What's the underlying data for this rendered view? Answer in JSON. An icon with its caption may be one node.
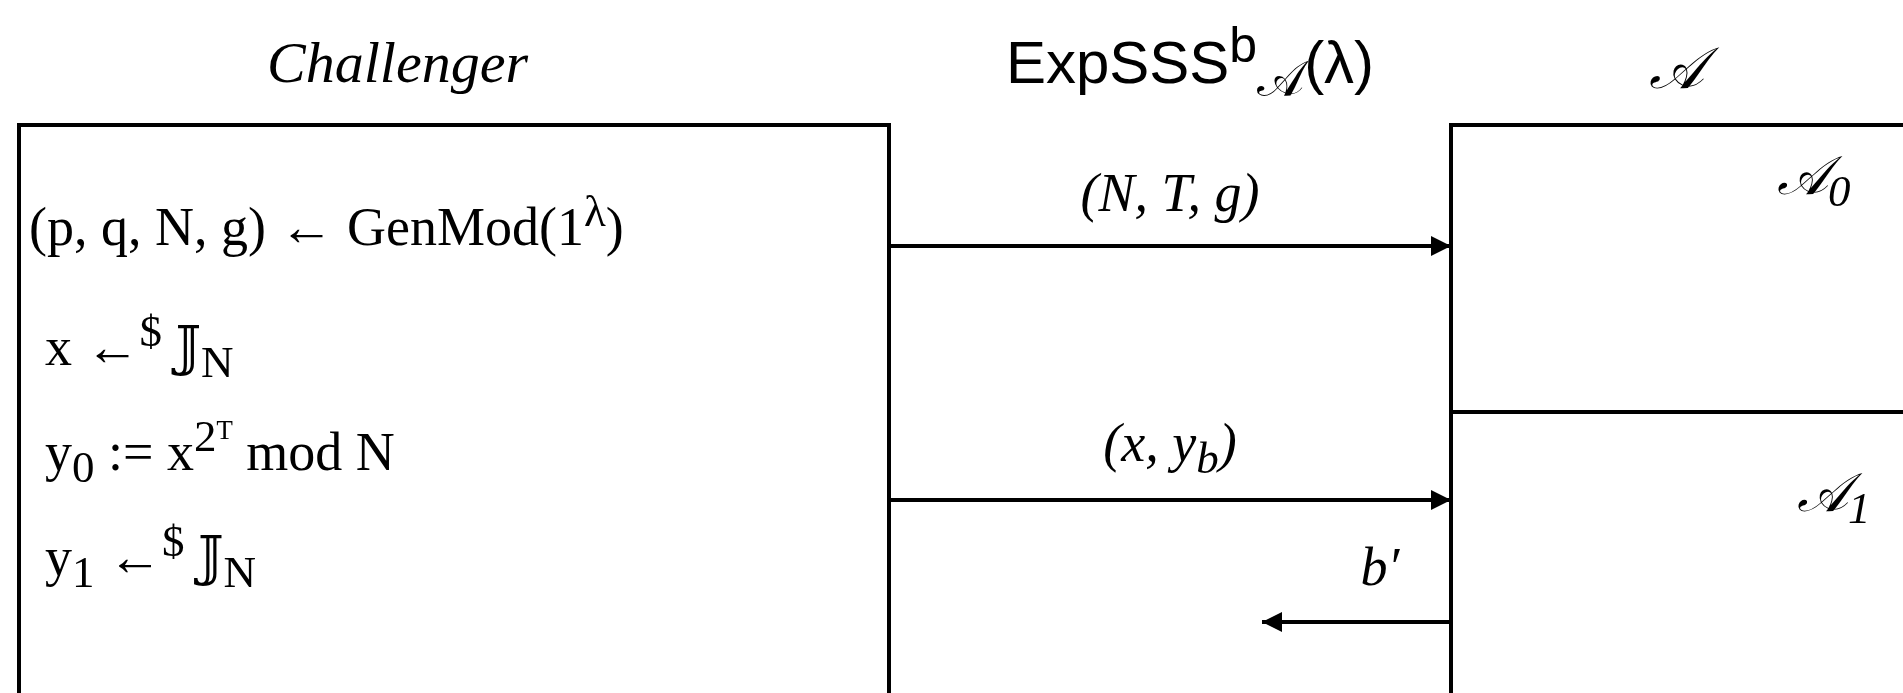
{
  "diagram": {
    "title": "ExpSSS$^{b}$$_{𝒜}$(λ)",
    "nodes": [
      {
        "text": [
          "Challenger",
          "(p, q, N, g) ← GenMod(1$^{λ}$)",
          "x ←$^{$}$ 𝕁$_{N}$",
          "y$_{0}$ := x$^{2ᵀ}$ mod N",
          "y$_{1}$ ←$^{$}$ 𝕁$_{N}$"
        ]
      },
      {
        "text": [
          "𝒜"
        ]
      },
      {
        "text": [
          "𝒜$_{0}$"
        ],
        "in": 1
      },
      {
        "text": [
          "𝒜$_{1}$"
        ],
        "in": 1
      }
    ],
    "edges": [
      {
        "from": 0,
        "to": 2,
        "arrow": "to",
        "label": "(N, T, g)"
      },
      {
        "from": 0,
        "to": 3,
        "arrow": "to",
        "label": "(x, y$_{b}$)"
      },
      {
        "from": 3,
        "to": null,
        "arrow": "to",
        "label": "b′"
      }
    ]
  }
}
